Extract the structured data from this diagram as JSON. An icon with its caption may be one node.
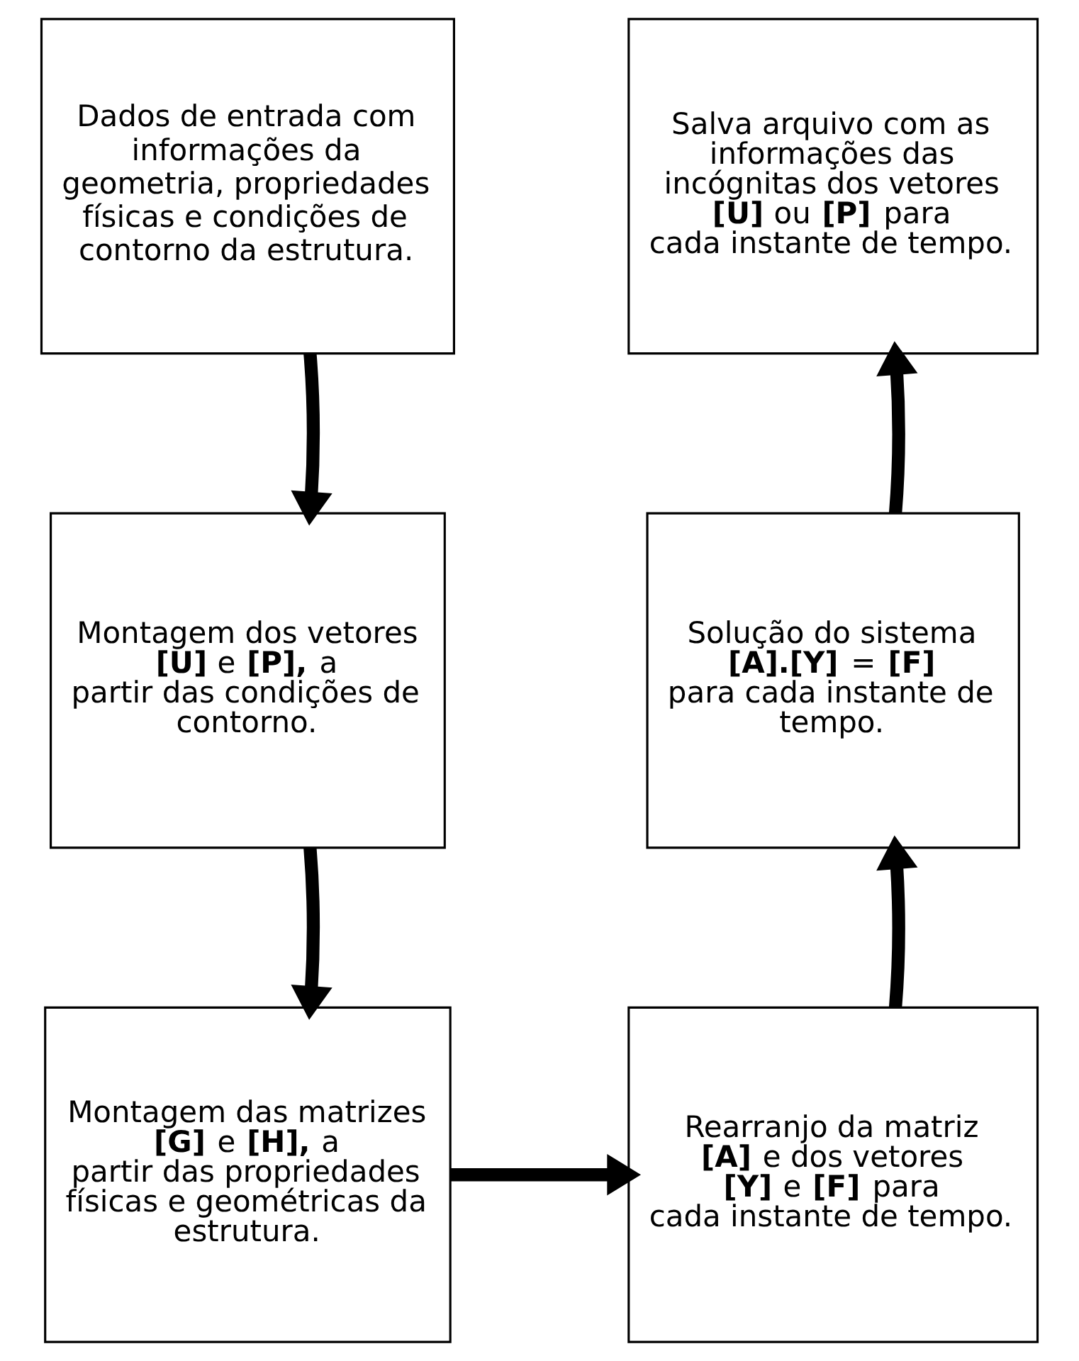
{
  "diagram": {
    "nodes": [
      {
        "text": [
          "Dados de entrada com informações da geometria, propriedades físicas e condições de contorno da estrutura."
        ]
      },
      {
        "text": [
          "Montagem dos vetores **[U]** e **[P],** a partir das condições de contorno."
        ]
      },
      {
        "text": [
          "Montagem das matrizes **[G]** e **[H],** a partir das propriedades físicas e geométricas da estrutura."
        ]
      },
      {
        "text": [
          "Rearranjo da matriz **[A]** e dos vetores **[Y]** e **[F]** para cada instante de tempo."
        ]
      },
      {
        "text": [
          "Solução do sistema **[A].[Y]** = **[F]** para cada instante de tempo."
        ]
      },
      {
        "text": [
          "Salva arquivo com as informações das incógnitas dos vetores **[U]** ou **[P]** para cada instante de tempo."
        ]
      }
    ],
    "edges": [
      {
        "from": 0,
        "to": 1,
        "arrow": "to"
      },
      {
        "from": 1,
        "to": 2,
        "arrow": "to"
      },
      {
        "from": 2,
        "to": 3,
        "arrow": "to"
      },
      {
        "from": 3,
        "to": 4,
        "arrow": "to"
      },
      {
        "from": 4,
        "to": 5,
        "arrow": "to"
      }
    ]
  }
}
